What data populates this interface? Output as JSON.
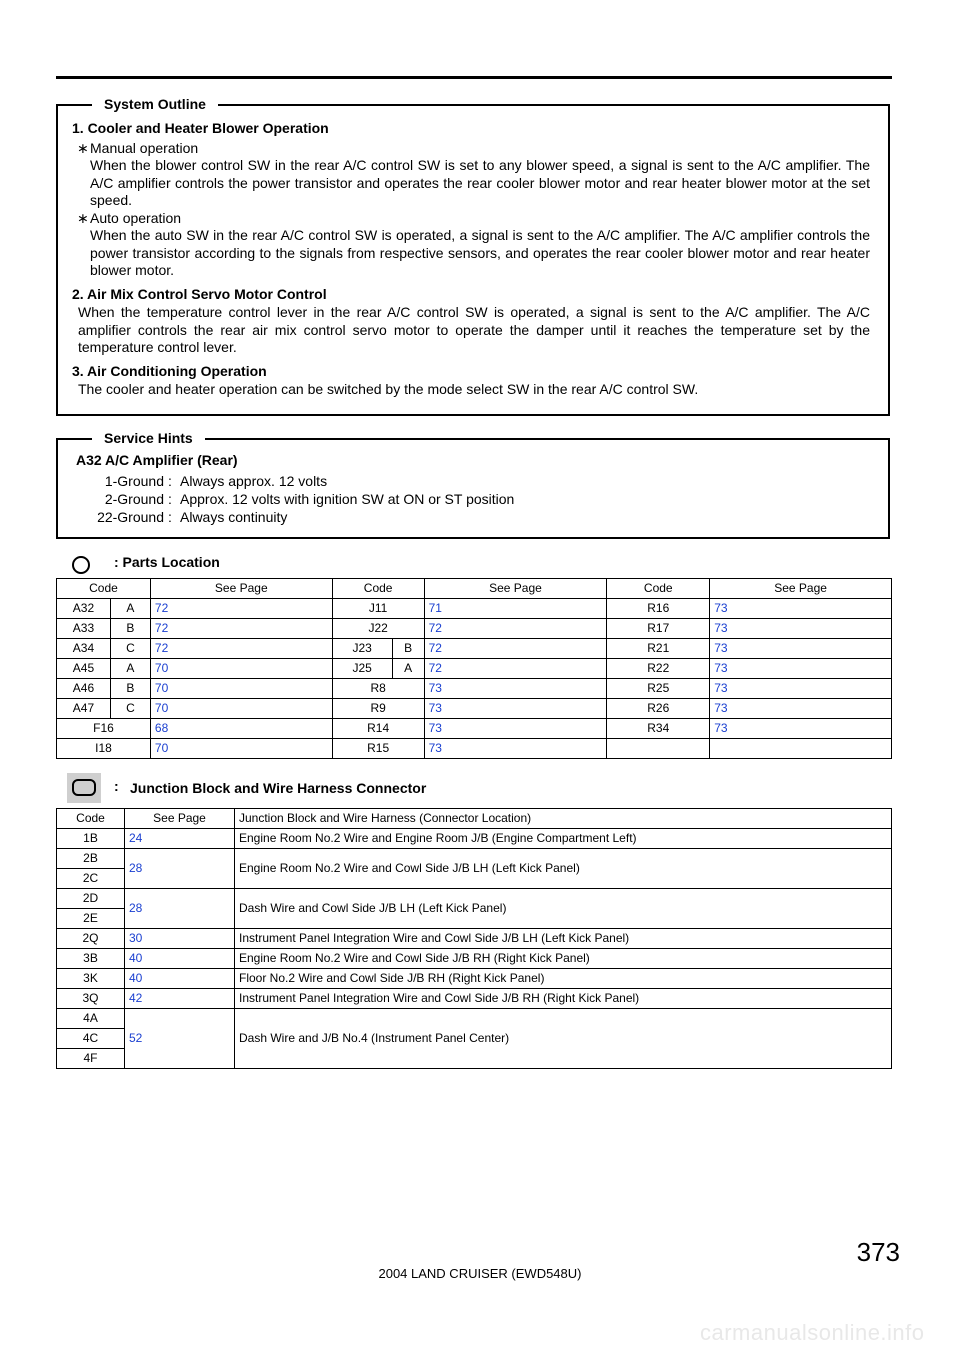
{
  "system_outline": {
    "title": "System Outline",
    "sec1_title": "1.   Cooler and Heater Blower Operation",
    "manual_label": "Manual operation",
    "manual_text": "When the blower control SW in the rear A/C control SW is set to any blower speed, a signal is sent to the A/C amplifier. The A/C amplifier controls the power transistor and operates the rear cooler blower motor and rear heater blower motor at the set speed.",
    "auto_label": "Auto operation",
    "auto_text": "When the auto SW in the rear A/C control SW is operated, a signal is sent to the A/C amplifier. The A/C  amplifier controls the power transistor according to the signals from respective sensors, and operates the rear cooler blower motor and rear heater blower motor.",
    "sec2_title": "2.   Air Mix Control Servo Motor Control",
    "sec2_text": "When the temperature control lever in the rear A/C control SW is operated, a signal is sent to the A/C amplifier. The A/C amplifier controls the rear air mix control servo motor to operate the damper until it reaches the temperature set by the temperature control lever.",
    "sec3_title": "3.   Air Conditioning Operation",
    "sec3_text": "The cooler and heater operation can be switched by the mode select SW in the rear A/C control SW.",
    "bullet": "∗"
  },
  "service_hints": {
    "title": "Service Hints",
    "heading": "A32  A/C Amplifier (Rear)",
    "colon": ":",
    "rows": [
      {
        "label": "1-Ground",
        "text": "Always approx. 12 volts"
      },
      {
        "label": "2-Ground",
        "text": "Approx. 12 volts with ignition SW at ON or ST position"
      },
      {
        "label": "22-Ground",
        "text": "Always continuity"
      }
    ]
  },
  "parts_location": {
    "heading": ":  Parts Location",
    "headers": [
      "Code",
      "See Page",
      "Code",
      "See Page",
      "Code",
      "See Page"
    ],
    "rows": [
      [
        [
          "A32",
          "A"
        ],
        "72",
        [
          "J11",
          ""
        ],
        "71",
        "R16",
        "73"
      ],
      [
        [
          "A33",
          "B"
        ],
        "72",
        [
          "J22",
          ""
        ],
        "72",
        "R17",
        "73"
      ],
      [
        [
          "A34",
          "C"
        ],
        "72",
        [
          "J23",
          "B"
        ],
        "72",
        "R21",
        "73"
      ],
      [
        [
          "A45",
          "A"
        ],
        "70",
        [
          "J25",
          "A"
        ],
        "72",
        "R22",
        "73"
      ],
      [
        [
          "A46",
          "B"
        ],
        "70",
        [
          "R8",
          ""
        ],
        "73",
        "R25",
        "73"
      ],
      [
        [
          "A47",
          "C"
        ],
        "70",
        [
          "R9",
          ""
        ],
        "73",
        "R26",
        "73"
      ],
      [
        [
          "F16",
          ""
        ],
        "68",
        [
          "R14",
          ""
        ],
        "73",
        "R34",
        "73"
      ],
      [
        [
          "I18",
          ""
        ],
        "70",
        [
          "R15",
          ""
        ],
        "73",
        "",
        ""
      ]
    ]
  },
  "junction": {
    "colon": ":",
    "heading": "Junction Block and Wire Harness Connector",
    "headers": [
      "Code",
      "See Page",
      "Junction Block and Wire Harness (Connector Location)"
    ],
    "groups": [
      {
        "codes": [
          "1B"
        ],
        "page": "24",
        "desc": "Engine Room No.2 Wire and Engine Room J/B (Engine Compartment Left)"
      },
      {
        "codes": [
          "2B",
          "2C"
        ],
        "page": "28",
        "desc": "Engine Room No.2 Wire and Cowl Side J/B LH (Left Kick Panel)"
      },
      {
        "codes": [
          "2D",
          "2E"
        ],
        "page": "28",
        "desc": "Dash Wire and Cowl Side J/B LH (Left Kick Panel)"
      },
      {
        "codes": [
          "2Q"
        ],
        "page": "30",
        "desc": "Instrument Panel Integration Wire and Cowl Side J/B LH (Left Kick Panel)"
      },
      {
        "codes": [
          "3B"
        ],
        "page": "40",
        "desc": "Engine Room No.2 Wire and Cowl Side J/B RH (Right Kick Panel)"
      },
      {
        "codes": [
          "3K"
        ],
        "page": "40",
        "desc": "Floor No.2 Wire and Cowl Side J/B RH (Right Kick Panel)"
      },
      {
        "codes": [
          "3Q"
        ],
        "page": "42",
        "desc": "Instrument Panel Integration Wire and Cowl Side J/B RH (Right Kick Panel)"
      },
      {
        "codes": [
          "4A",
          "4C",
          "4F"
        ],
        "page": "52",
        "desc": "Dash Wire and J/B No.4 (Instrument Panel Center)"
      }
    ]
  },
  "page_number": "373",
  "footer": "2004 LAND CRUISER (EWD548U)",
  "watermark": "carmanualsonline.info",
  "colors": {
    "link": "#1a3fd0"
  }
}
